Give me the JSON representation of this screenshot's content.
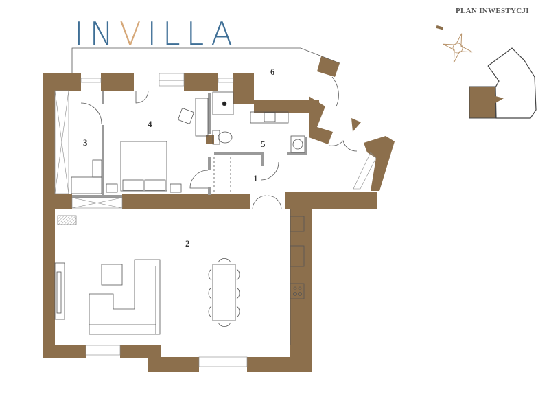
{
  "header": {
    "title": "PLAN INWESTYCJI",
    "logo_text": "INVILLA",
    "logo_parts": [
      "IN",
      "V",
      "ILLA"
    ]
  },
  "colors": {
    "wall": "#8c6f4c",
    "logo_blue": "#3f6f96",
    "logo_gold": "#d6a879"
  },
  "rooms": [
    {
      "number": "1"
    },
    {
      "number": "2"
    },
    {
      "number": "3"
    },
    {
      "number": "4"
    },
    {
      "number": "5"
    },
    {
      "number": "6"
    }
  ]
}
